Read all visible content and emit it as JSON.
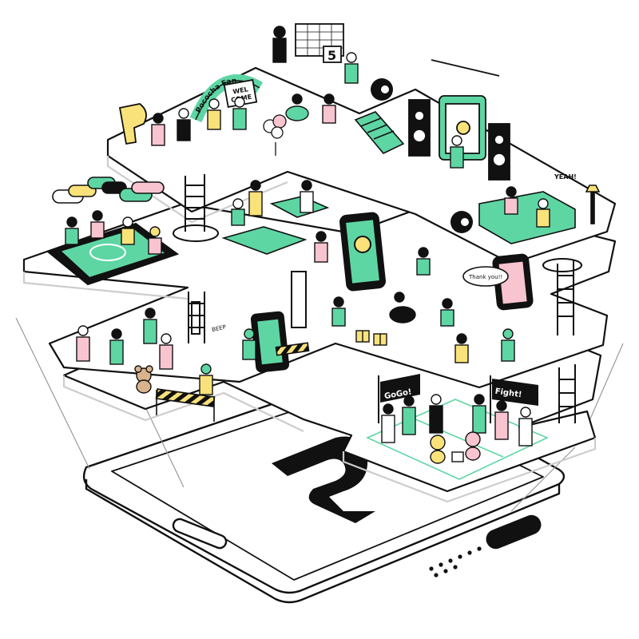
{
  "arch_sign": "Pococha Fan",
  "welcome_sign": {
    "line1": "WEL",
    "line2": "COME"
  },
  "calendar_number": "5",
  "flag_left": "GoGo!",
  "flag_right": "Fight!",
  "thank_you_bubble": "Thank you!!",
  "yeah_text": "YEAH!",
  "beep_text": "BEEP",
  "colors": {
    "accent": "#5ed6a4",
    "pink": "#f8c4cf",
    "yellow": "#f9e27a",
    "ink": "#111111"
  },
  "icons": [
    "pococha-logo-icon",
    "speaker-icon",
    "balloon-icon",
    "teddy-bear-icon",
    "phone-icon",
    "gift-icon"
  ]
}
